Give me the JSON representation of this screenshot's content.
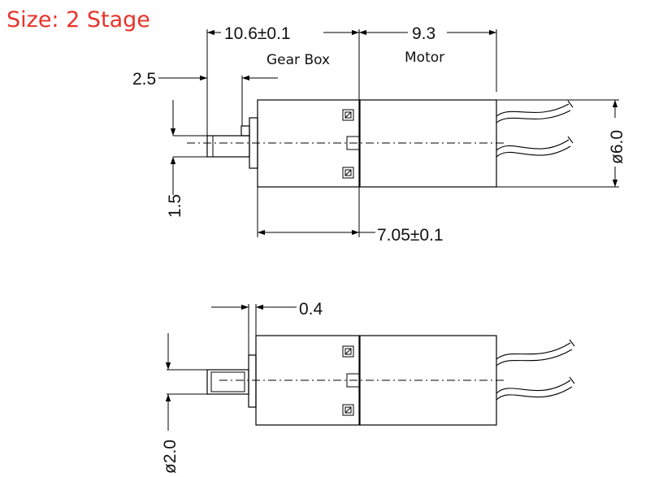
{
  "title": "Size: 2 Stage",
  "labels": {
    "gear_box": "Gear Box",
    "motor": "Motor"
  },
  "dimensions": {
    "gearbox_length": "10.6±0.1",
    "motor_length": "9.3",
    "shaft_extension": "2.5",
    "shaft_flat": "1.5",
    "gearbox_body_length": "7.05±0.1",
    "diameter": "ø6.0",
    "flange_thickness": "0.4",
    "shaft_diameter": "ø2.0"
  }
}
